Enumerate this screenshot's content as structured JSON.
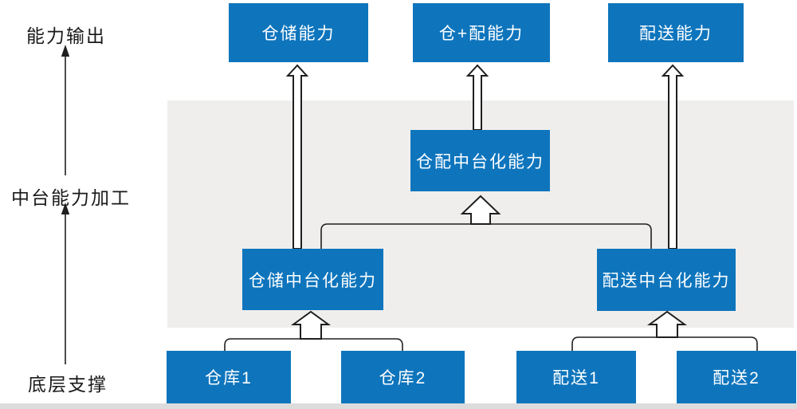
{
  "colors": {
    "box_blue": "#0e75bd",
    "box_text": "#ffffff",
    "band_gray": "#efeeed",
    "strip_gray": "#dcdcdc",
    "line_black": "#1f1f1f",
    "label_black": "#1a1a1a"
  },
  "stage_labels": {
    "output": "能力输出",
    "processing": "中台能力加工",
    "foundation": "底层支撑"
  },
  "boxes": {
    "storage_capability": "仓储能力",
    "combo_capability": "仓+配能力",
    "delivery_capability": "配送能力",
    "combo_mid_platform": "仓配中台化能力",
    "storage_mid_platform": "仓储中台化能力",
    "delivery_mid_platform": "配送中台化能力",
    "warehouse_1": "仓库1",
    "warehouse_2": "仓库2",
    "delivery_1": "配送1",
    "delivery_2": "配送2"
  }
}
